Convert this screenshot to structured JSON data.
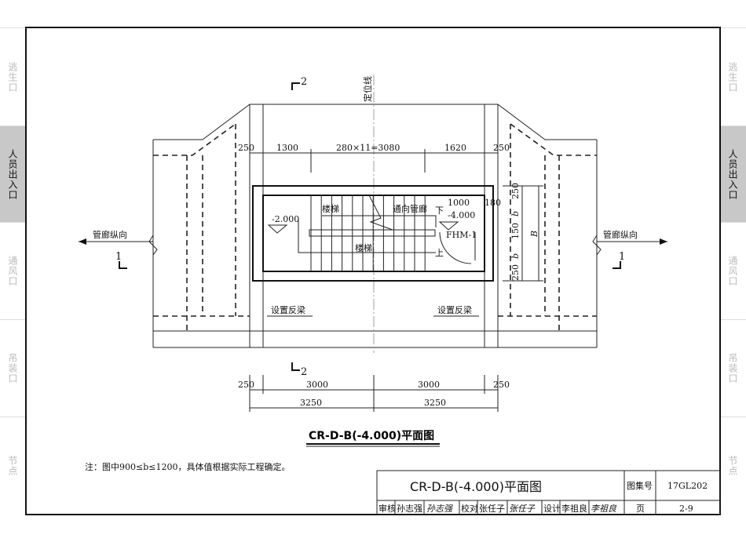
{
  "side_tabs": [
    "逃生口",
    "人员出入口",
    "通风口",
    "吊装口",
    "节点"
  ],
  "active_tab": 1,
  "drawing": {
    "section_top": "2",
    "section_bottom": "2",
    "section_left": "1",
    "section_right": "1",
    "axis_label": "定位线",
    "dims_top": [
      "250",
      "1300",
      "280×11=3080",
      "1620",
      "250"
    ],
    "dims_bottom_row1": [
      "250",
      "3000",
      "3000",
      "250"
    ],
    "dims_bottom_row2": [
      "3250",
      "3250"
    ],
    "dims_right": [
      "250",
      "b",
      "150",
      "b",
      "250",
      "B"
    ],
    "dim_1000": "1000",
    "dim_180": "180",
    "stair_label_top": "楼梯",
    "stair_label_bottom": "楼梯",
    "to_corridor": "通向管廊",
    "level_left": "-2.000",
    "level_right": "-4.000",
    "door": "FHM-1",
    "down": "下",
    "up": "上",
    "corridor_left": "管廊纵向",
    "corridor_right": "管廊纵向",
    "beam_left": "设置反梁",
    "beam_right": "设置反梁",
    "caption": "CR-D-B(-4.000)平面图",
    "note": "注：图中900≤b≤1200，具体值根据实际工程确定。"
  },
  "title_block": {
    "title": "CR-D-B(-4.000)平面图",
    "atlas_label": "图集号",
    "atlas_no": "17GL202",
    "review_label": "审核",
    "reviewer": "孙志强",
    "check_label": "校对",
    "checker": "张任子",
    "design_label": "设计",
    "designer": "李祖良",
    "page_label": "页",
    "page_no": "2-9"
  }
}
